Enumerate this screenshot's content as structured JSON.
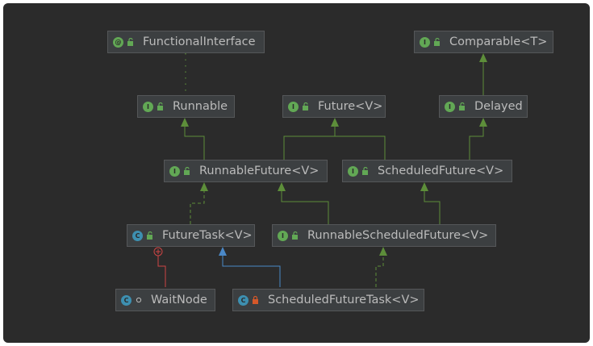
{
  "colors": {
    "background": "#2b2b2b",
    "node_fill": "#3c3f41",
    "node_border": "#555759",
    "text": "#bbbbbb",
    "interface_badge": "#62a855",
    "class_badge": "#3d8fb0",
    "extends_arrow": "#5d8e3a",
    "class_extends_arrow": "#4a88c7",
    "inner_class_link": "#cc4444",
    "public_lock": "#62a855",
    "private_lock": "#d4582a"
  },
  "nodes": {
    "functional_interface": {
      "badge": "@",
      "label": "FunctionalInterface"
    },
    "comparable": {
      "badge": "I",
      "label": "Comparable<T>"
    },
    "runnable": {
      "badge": "I",
      "label": "Runnable"
    },
    "future": {
      "badge": "I",
      "label": "Future<V>"
    },
    "delayed": {
      "badge": "I",
      "label": "Delayed"
    },
    "runnable_future": {
      "badge": "I",
      "label": "RunnableFuture<V>"
    },
    "scheduled_future": {
      "badge": "I",
      "label": "ScheduledFuture<V>"
    },
    "future_task": {
      "badge": "C",
      "label": "FutureTask<V>"
    },
    "runnable_scheduled_future": {
      "badge": "I",
      "label": "RunnableScheduledFuture<V>"
    },
    "wait_node": {
      "badge": "C",
      "label": "WaitNode"
    },
    "scheduled_future_task": {
      "badge": "C",
      "label": "ScheduledFutureTask<V>"
    }
  }
}
